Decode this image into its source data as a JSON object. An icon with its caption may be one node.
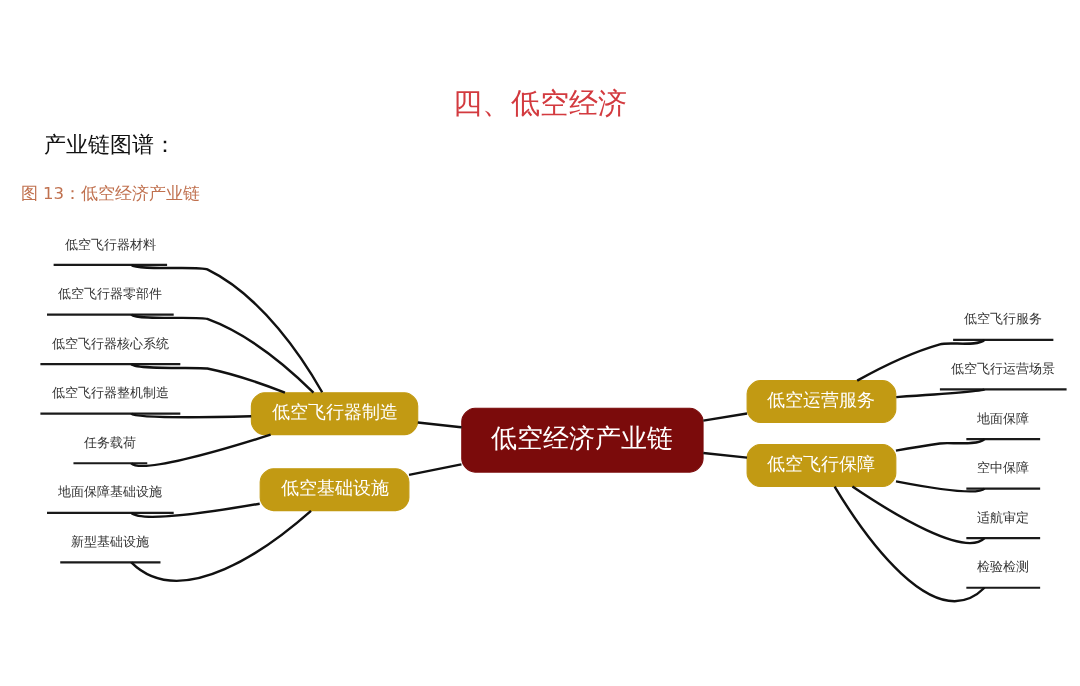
{
  "diagram": {
    "title": "四、低空经济",
    "nodes": [
      {
        "text": [
          "低空经济产业链"
        ]
      },
      {
        "text": [
          "低空飞行器制造"
        ]
      },
      {
        "text": [
          "低空飞行器材料"
        ]
      },
      {
        "text": [
          "低空飞行器零部件"
        ]
      },
      {
        "text": [
          "低空飞行器核心系统"
        ]
      },
      {
        "text": [
          "低空飞行器整机制造"
        ]
      },
      {
        "text": [
          "任务载荷"
        ]
      },
      {
        "text": [
          "低空基础设施"
        ]
      },
      {
        "text": [
          "地面保障基础设施"
        ]
      },
      {
        "text": [
          "新型基础设施"
        ]
      },
      {
        "text": [
          "低空运营服务"
        ]
      },
      {
        "text": [
          "低空飞行服务"
        ]
      },
      {
        "text": [
          "低空飞行运营场景"
        ]
      },
      {
        "text": [
          "低空飞行保障"
        ]
      },
      {
        "text": [
          "地面保障"
        ]
      },
      {
        "text": [
          "空中保障"
        ]
      },
      {
        "text": [
          "适航审定"
        ]
      },
      {
        "text": [
          "检验检测"
        ]
      }
    ],
    "edges": [
      {
        "from": 2,
        "to": 1,
        "arrow": "none"
      },
      {
        "from": 3,
        "to": 1,
        "arrow": "none"
      },
      {
        "from": 4,
        "to": 1,
        "arrow": "none"
      },
      {
        "from": 5,
        "to": 1,
        "arrow": "none"
      },
      {
        "from": 6,
        "to": 1,
        "arrow": "none"
      },
      {
        "from": 1,
        "to": 0,
        "arrow": "none"
      },
      {
        "from": 8,
        "to": 7,
        "arrow": "none"
      },
      {
        "from": 9,
        "to": 7,
        "arrow": "none"
      },
      {
        "from": 7,
        "to": 0,
        "arrow": "none"
      },
      {
        "from": 0,
        "to": 10,
        "arrow": "none"
      },
      {
        "from": 10,
        "to": 11,
        "arrow": "none"
      },
      {
        "from": 10,
        "to": 12,
        "arrow": "none"
      },
      {
        "from": 0,
        "to": 13,
        "arrow": "none"
      },
      {
        "from": 13,
        "to": 14,
        "arrow": "none"
      },
      {
        "from": 13,
        "to": 15,
        "arrow": "none"
      },
      {
        "from": 13,
        "to": 16,
        "arrow": "none"
      },
      {
        "from": 13,
        "to": 17,
        "arrow": "none"
      }
    ],
    "labels": [
      "产业链图谱：",
      "图 13：低空经济产业链"
    ]
  }
}
